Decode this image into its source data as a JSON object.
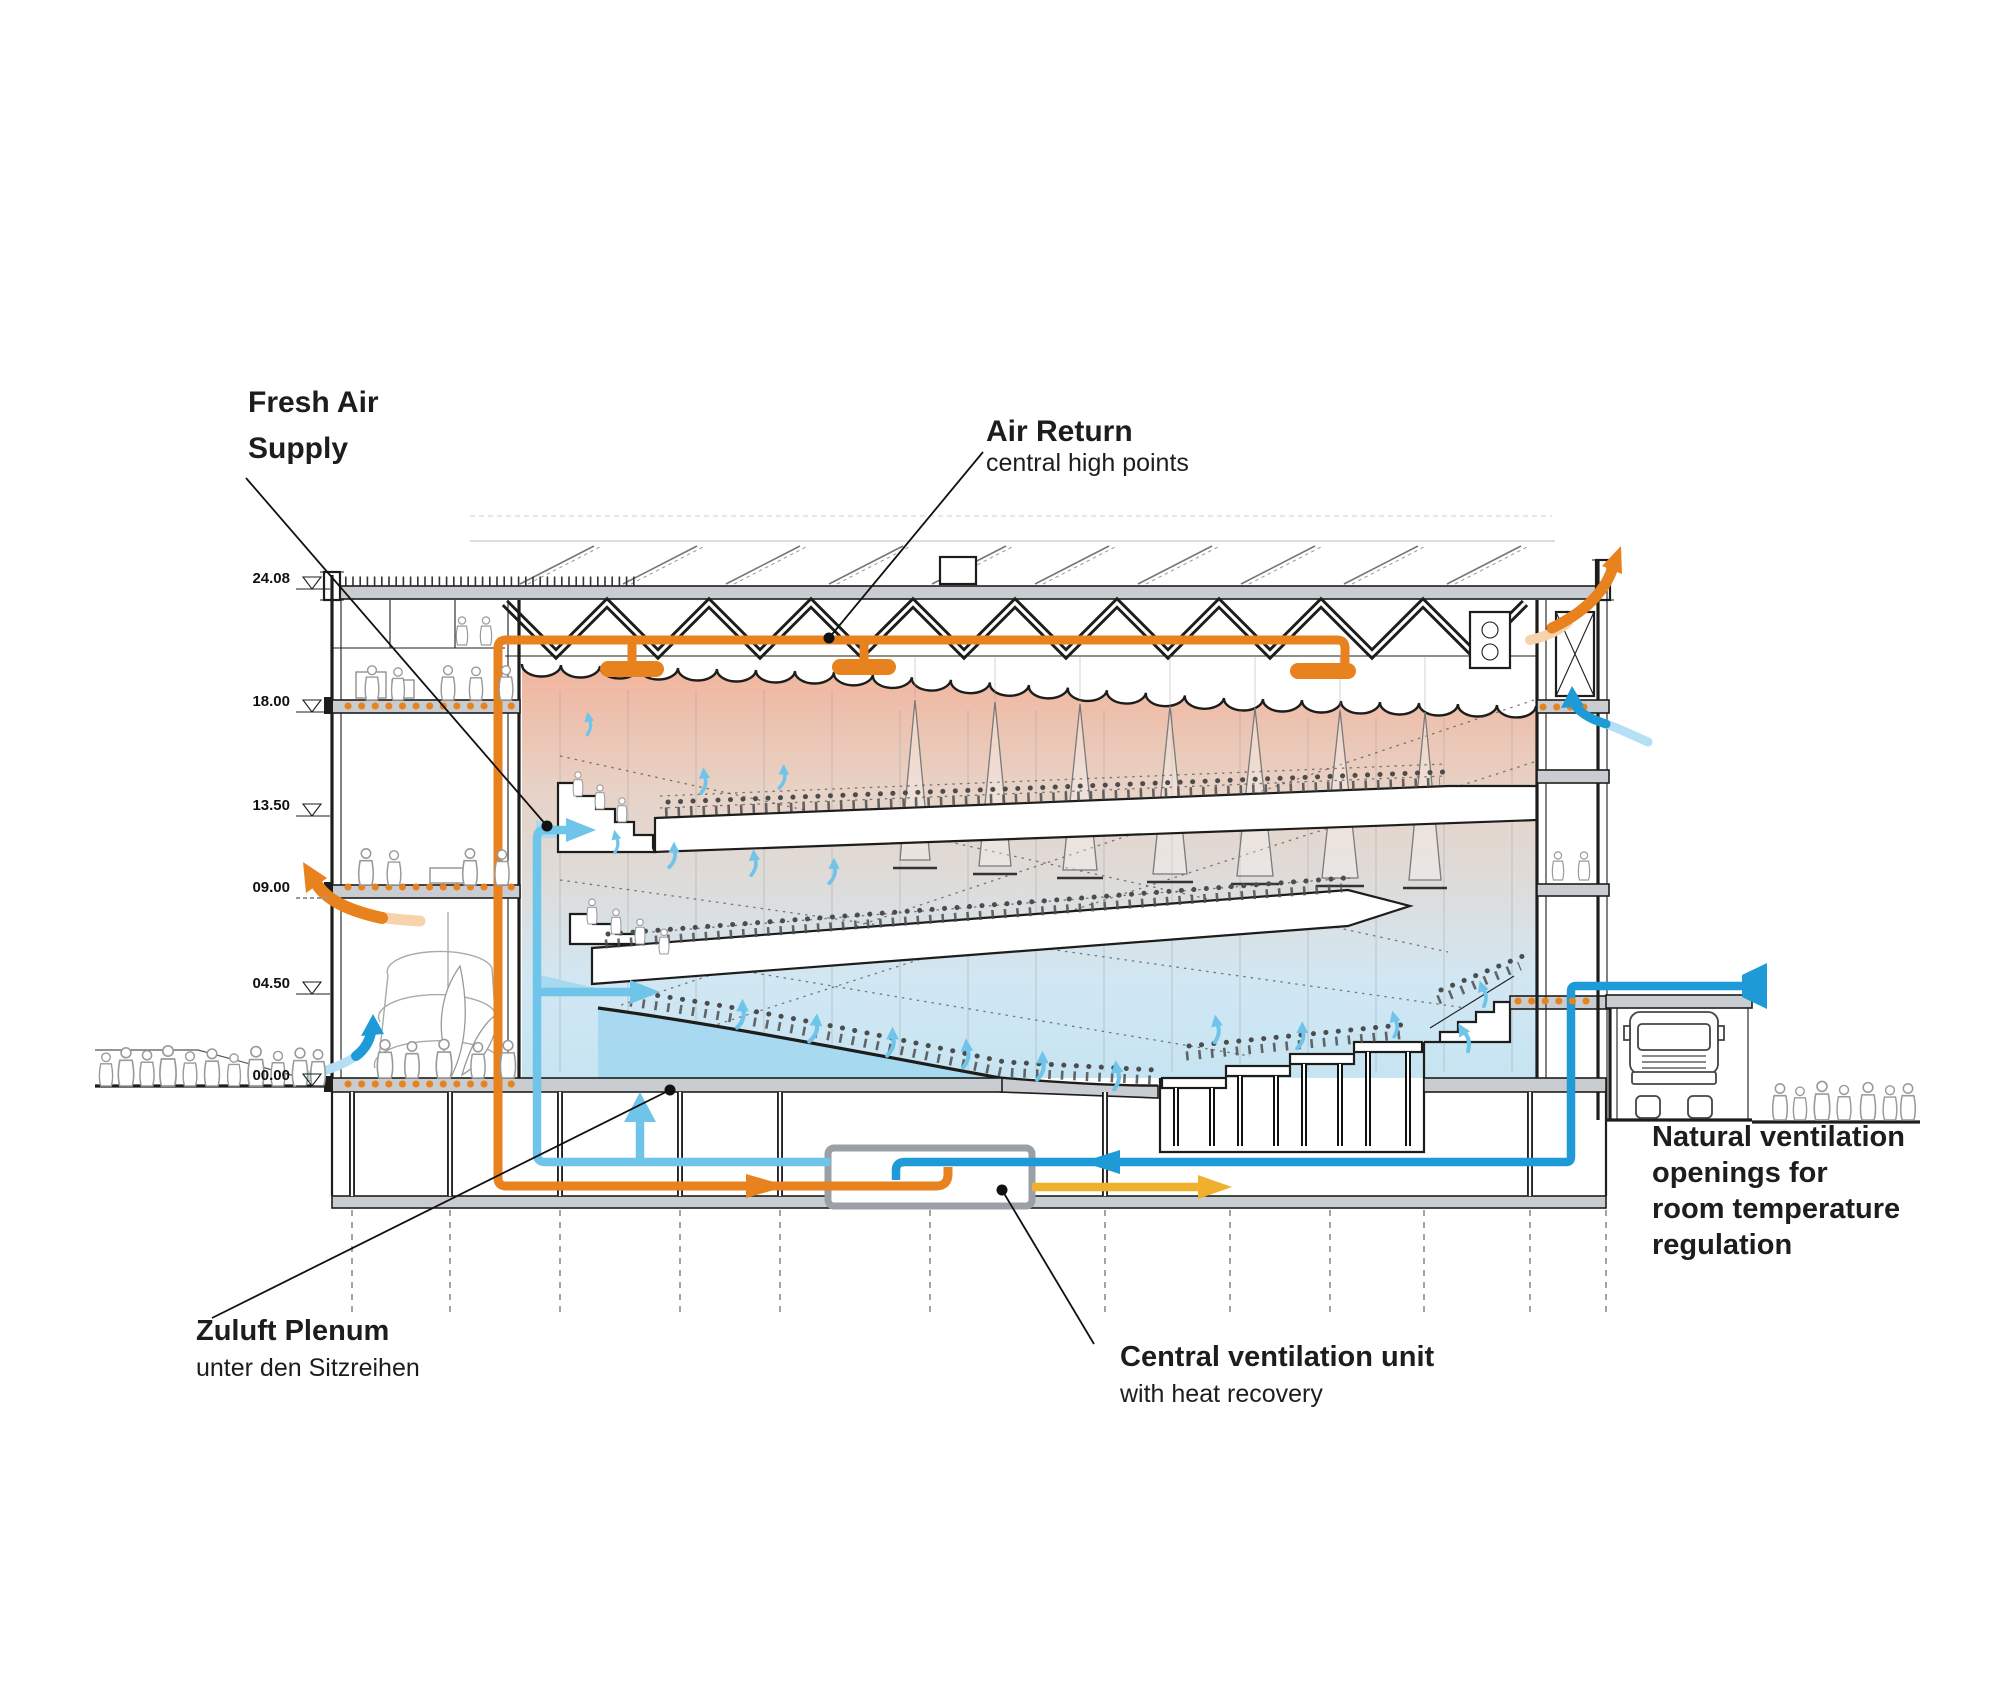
{
  "colors": {
    "duct_orange": "#E8821F",
    "duct_orange_pale": "#F7D3AC",
    "duct_blue": "#1E9AD6",
    "duct_lightblue": "#6FC4E9",
    "duct_paleblue": "#B5DFF4",
    "duct_yellow": "#EFB02D",
    "plenum_blue": "#A5D8F0",
    "unit_gray": "#9AA0A6",
    "slab_gray": "#C9CDD1",
    "line_dark": "#1D1D1B",
    "figure_gray": "#9A9A9A",
    "hall_gradient": [
      "#EFA78B",
      "#E3CBBD",
      "#D8D6D4",
      "#C9E3F1",
      "#BBDFF0"
    ]
  },
  "labels": {
    "fresh_air_supply": {
      "lines": [
        "Fresh Air",
        "Supply"
      ]
    },
    "air_return": {
      "title": "Air Return",
      "subtitle": "central high points"
    },
    "zuluft_plenum": {
      "title": "Zuluft Plenum",
      "subtitle": "unter den Sitzreihen"
    },
    "central_unit": {
      "title": "Central ventilation unit",
      "subtitle": "with heat recovery"
    },
    "natural_ventilation": {
      "lines": [
        "Natural ventilation",
        "openings for",
        "room temperature",
        "regulation"
      ]
    }
  },
  "elevations": {
    "items": [
      {
        "value": "24.08"
      },
      {
        "value": "18.00"
      },
      {
        "value": "13.50"
      },
      {
        "value": "09.00"
      },
      {
        "value": "04.50"
      },
      {
        "value": "00.00"
      }
    ]
  }
}
